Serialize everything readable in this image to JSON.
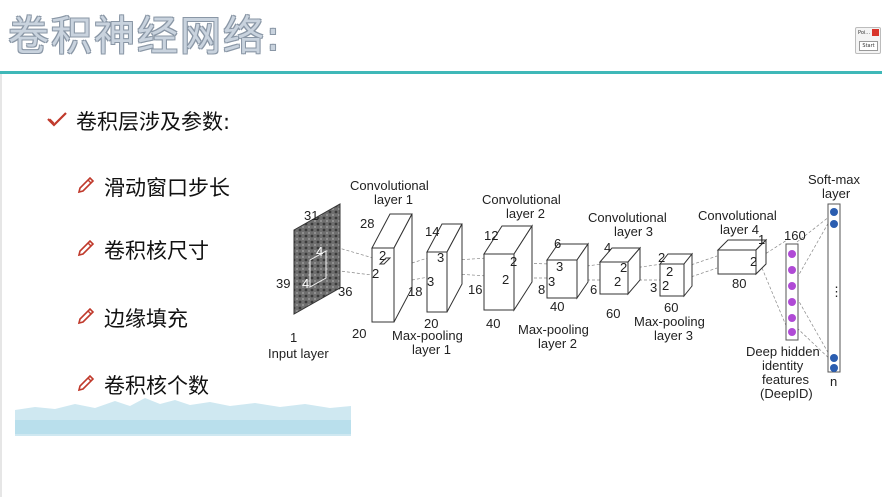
{
  "title": "卷积神经网络:",
  "widget": {
    "title": "Poi...",
    "button": "Start"
  },
  "main_bullet": {
    "icon": "check-icon",
    "text": "卷积层涉及参数:"
  },
  "sub_bullets": [
    {
      "icon": "pencil-icon",
      "text": "滑动窗口步长"
    },
    {
      "icon": "pencil-icon",
      "text": "卷积核尺寸"
    },
    {
      "icon": "pencil-icon",
      "text": "边缘填充"
    },
    {
      "icon": "pencil-icon",
      "text": "卷积核个数"
    }
  ],
  "colors": {
    "accent": "#3fb8b8",
    "check": "#c0392b",
    "pencil": "#c0392b",
    "neuron": "#2a5db0",
    "deepid": "#b04ad6"
  },
  "diagram": {
    "input": {
      "dims": [
        "31",
        "39",
        "1"
      ],
      "label": "Input layer",
      "kernel": [
        "4",
        "4"
      ]
    },
    "conv1": {
      "title": "Convolutional\nlayer 1",
      "dims": [
        "28",
        "36",
        "20"
      ],
      "kernel": [
        "2",
        "2"
      ]
    },
    "pool1": {
      "title": "Max-pooling\nlayer 1",
      "dims": [
        "14",
        "18",
        "20"
      ],
      "kernel": [
        "3",
        "3"
      ]
    },
    "conv2": {
      "title": "Convolutional\nlayer 2",
      "dims": [
        "12",
        "16",
        "40"
      ],
      "kernel": [
        "2",
        "2"
      ]
    },
    "pool2": {
      "title": "Max-pooling\nlayer 2",
      "dims": [
        "6",
        "8",
        "40"
      ],
      "kernel": [
        "3",
        "3"
      ]
    },
    "conv3": {
      "title": "Convolutional\nlayer 3",
      "dims": [
        "4",
        "6",
        "60"
      ],
      "kernel": [
        "2",
        "2"
      ]
    },
    "pool3": {
      "title": "Max-pooling\nlayer 3",
      "dims": [
        "2",
        "3",
        "60"
      ],
      "kernel": [
        "2",
        "2"
      ]
    },
    "conv4": {
      "title": "Convolutional\nlayer 4",
      "dims": [
        "1",
        "2",
        "80"
      ]
    },
    "deepid": {
      "title": "Deep hidden\nidentity\nfeatures\n(DeepID)",
      "count": "160"
    },
    "softmax": {
      "title": "Soft-max\nlayer",
      "count": "n",
      "dots": "⋮"
    },
    "extra_labels": [
      "40",
      "60",
      "2"
    ]
  }
}
